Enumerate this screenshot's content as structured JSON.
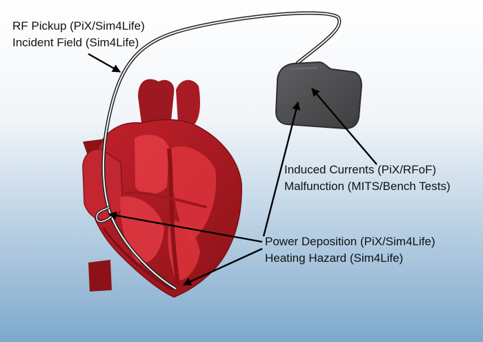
{
  "labels": {
    "rf_pickup": {
      "line1": "RF Pickup (PiX/Sim4Life)",
      "line2": "Incident Field (Sim4Life)"
    },
    "induced": {
      "line1": "Induced Currents (PiX/RFoF)",
      "line2": "Malfunction (MITS/Bench Tests)"
    },
    "power": {
      "line1": "Power Deposition (PiX/Sim4Life)",
      "line2": "Heating Hazard (Sim4Life)"
    }
  },
  "colors": {
    "background_top": "#ffffff",
    "background_bottom": "#7ea9cc",
    "heart_dark": "#8c1218",
    "heart_mid": "#b51d25",
    "heart_light": "#e03a43",
    "device": "#4f4f51",
    "arrow": "#000000"
  },
  "icons": [
    "heart-illustration",
    "pacemaker-device-icon",
    "pacemaker-lead"
  ]
}
